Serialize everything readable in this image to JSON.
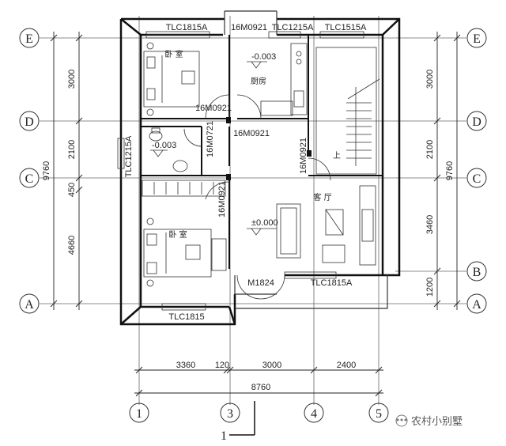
{
  "axes": {
    "rows": [
      "E",
      "D",
      "C",
      "B",
      "A"
    ],
    "cols": [
      "1",
      "3",
      "4",
      "5"
    ]
  },
  "dims": {
    "left": [
      "3000",
      "2100",
      "450",
      "4660",
      "9760"
    ],
    "right": [
      "3000",
      "2100",
      "3460",
      "1200",
      "9760"
    ],
    "bottom": [
      "3360",
      "120",
      "3000",
      "2400"
    ],
    "total": "8760"
  },
  "rooms": {
    "bedroom_top": "卧 室",
    "kitchen": "厨房",
    "living": "客 厅",
    "bedroom_bottom": "卧 室",
    "stair_up": "上"
  },
  "levels": {
    "kitchen": "-0.003",
    "bath": "-0.003",
    "living": "±0.000"
  },
  "openings": {
    "w_top_left": "TLC1815A",
    "d_top_center": "16M0921",
    "w_top_kitchen": "TLC1215A",
    "w_top_right": "TLC1515A",
    "w_left_bath": "TLC1215A",
    "d_bed1": "16M0921",
    "d_bath": "16M0721",
    "d_kitchen": "16M0921",
    "d_stair": "16M0921",
    "d_bed2": "16M0921",
    "d_entry": "M1824",
    "w_living_bottom": "TLC1815A",
    "w_bed2_bottom": "TLC1815"
  },
  "section_mark": "1",
  "watermark": "农村小别墅"
}
